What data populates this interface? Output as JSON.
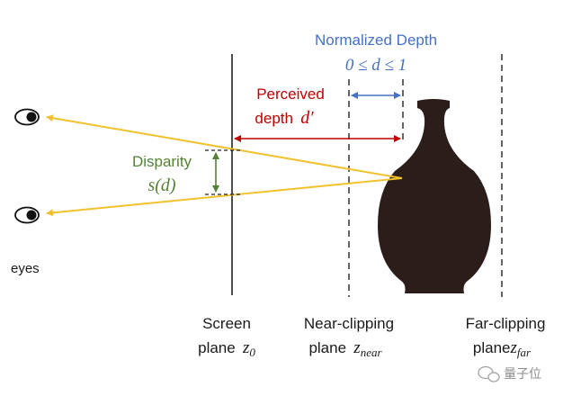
{
  "labels": {
    "normalized_depth_title": "Normalized Depth",
    "normalized_depth_range": "0 ≤ d ≤ 1",
    "perceived_line1": "Perceived",
    "perceived_line2": "depth",
    "perceived_symbol": "d′",
    "disparity_line1": "Disparity",
    "disparity_formula": "s(d)",
    "eyes": "eyes",
    "screen_line1": "Screen",
    "screen_line2": "plane",
    "screen_symbol": "z",
    "screen_sub": "0",
    "near_line1": "Near-clipping",
    "near_line2": "plane",
    "near_symbol": "z",
    "near_sub": "near",
    "far_line1": "Far-clipping",
    "far_line2": "plane",
    "far_symbol": "z",
    "far_sub": "far",
    "watermark": "量子位"
  },
  "colors": {
    "ray": "#f2c12e",
    "perceived": "#c00000",
    "normalized": "#4472c4",
    "disparity": "#548235",
    "plane": "#222222",
    "vase": "#2b1d19",
    "text": "#1a1a1a"
  },
  "icons": {
    "eye": "eye-icon",
    "vase": "vase-icon",
    "watermark": "wechat-icon"
  }
}
